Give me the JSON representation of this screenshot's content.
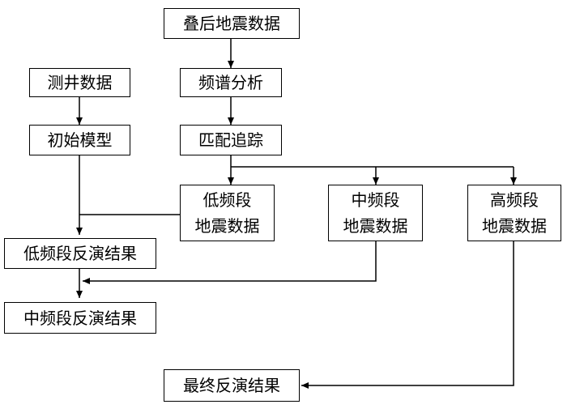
{
  "nodes": {
    "stacked_seismic": "叠后地震数据",
    "spectrum_analysis": "频谱分析",
    "matching_pursuit": "匹配追踪",
    "well_log": "测井数据",
    "initial_model": "初始模型",
    "low_freq_data": "低频段\n地震数据",
    "mid_freq_data": "中频段\n地震数据",
    "high_freq_data": "高频段\n地震数据",
    "low_freq_result": "低频段反演结果",
    "mid_freq_result": "中频段反演结果",
    "final_result": "最终反演结果"
  },
  "colors": {
    "line": "#000000",
    "box_border": "#000000",
    "background": "#ffffff"
  }
}
